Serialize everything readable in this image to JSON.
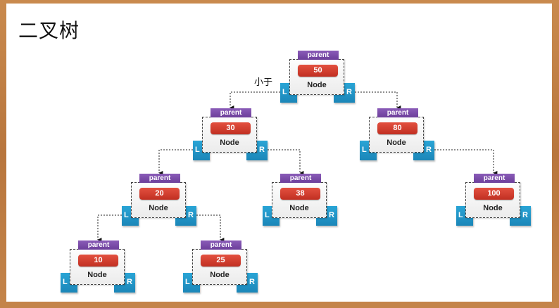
{
  "title": "二叉树",
  "annotation": "小于",
  "labels": {
    "parent": "parent",
    "node": "Node",
    "left": "L",
    "right": "R"
  },
  "colors": {
    "parent_tab": "#7a4da8",
    "value_pill": "#d43f31",
    "child_block": "#1f95c8",
    "frame": "#c0804a"
  },
  "tree": {
    "nodes": [
      {
        "id": "n50",
        "value": "50"
      },
      {
        "id": "n30",
        "value": "30"
      },
      {
        "id": "n80",
        "value": "80"
      },
      {
        "id": "n20",
        "value": "20"
      },
      {
        "id": "n38",
        "value": "38"
      },
      {
        "id": "n100",
        "value": "100"
      },
      {
        "id": "n10",
        "value": "10"
      },
      {
        "id": "n25",
        "value": "25"
      }
    ],
    "edges": [
      {
        "from": "n50",
        "to": "n30",
        "side": "L"
      },
      {
        "from": "n50",
        "to": "n80",
        "side": "R"
      },
      {
        "from": "n30",
        "to": "n20",
        "side": "L"
      },
      {
        "from": "n30",
        "to": "n38",
        "side": "R"
      },
      {
        "from": "n80",
        "to": "n100",
        "side": "R"
      },
      {
        "from": "n20",
        "to": "n10",
        "side": "L"
      },
      {
        "from": "n20",
        "to": "n25",
        "side": "R"
      }
    ]
  }
}
